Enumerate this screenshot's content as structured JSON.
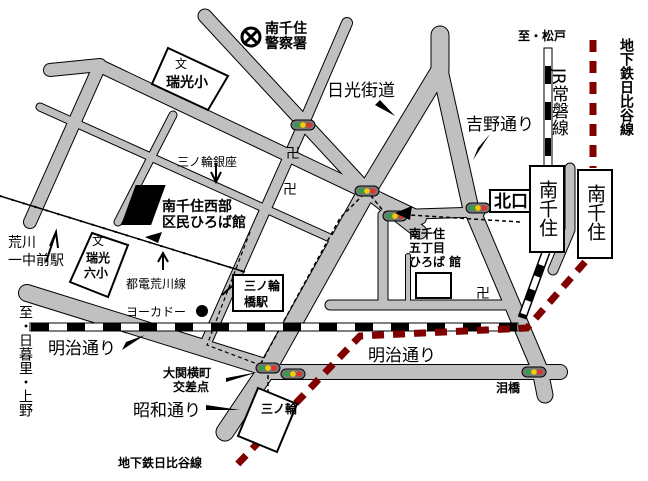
{
  "colors": {
    "road": "#c0c0c0",
    "subway": "#800000",
    "signal_green": "#2ea04a",
    "signal_yellow": "#f2d000",
    "signal_red": "#e53030"
  },
  "labels": {
    "police": [
      "南千住",
      "警察署"
    ],
    "school_zuiko": "瑞光小",
    "school_mark": "文",
    "school_zuiko6": [
      "瑞光",
      "六小"
    ],
    "minowa_ginza": "三ノ輪銀座",
    "community_hall_west": [
      "南千住西部",
      "区民ひろば館"
    ],
    "nikko_kaido": "日光街道",
    "yoshino_dori": "吉野通り",
    "to_matsudo": "至・松戸",
    "jr_joban": "JR常磐線",
    "hibiya_line_v": "地下鉄日比谷線",
    "kitaguchi": "北口",
    "minamisenju_jr": "南千住",
    "minamisenju_subway": "南千住",
    "community_hall_5": [
      "南千住",
      "五丁目",
      "ひろば 館"
    ],
    "arakawa_ichuumae": [
      "荒川",
      "一中前駅"
    ],
    "toden_arakawa": "都電荒川線",
    "minowabashi_station": [
      "三ノ輪",
      "橋駅"
    ],
    "yokado": "ヨーカドー",
    "to_nippori_ueno": "至・日暮里・上野",
    "meiji_dori_w": "明治通り",
    "meiji_dori_e": "明治通り",
    "ozeki_yokocho": [
      "大関横町",
      "交差点"
    ],
    "showa_dori": "昭和通り",
    "minowa_station": "三ノ輪",
    "hibiya_line_h": "地下鉄日比谷線",
    "namidabashi": "泪橋",
    "temple_mark": "卍"
  }
}
